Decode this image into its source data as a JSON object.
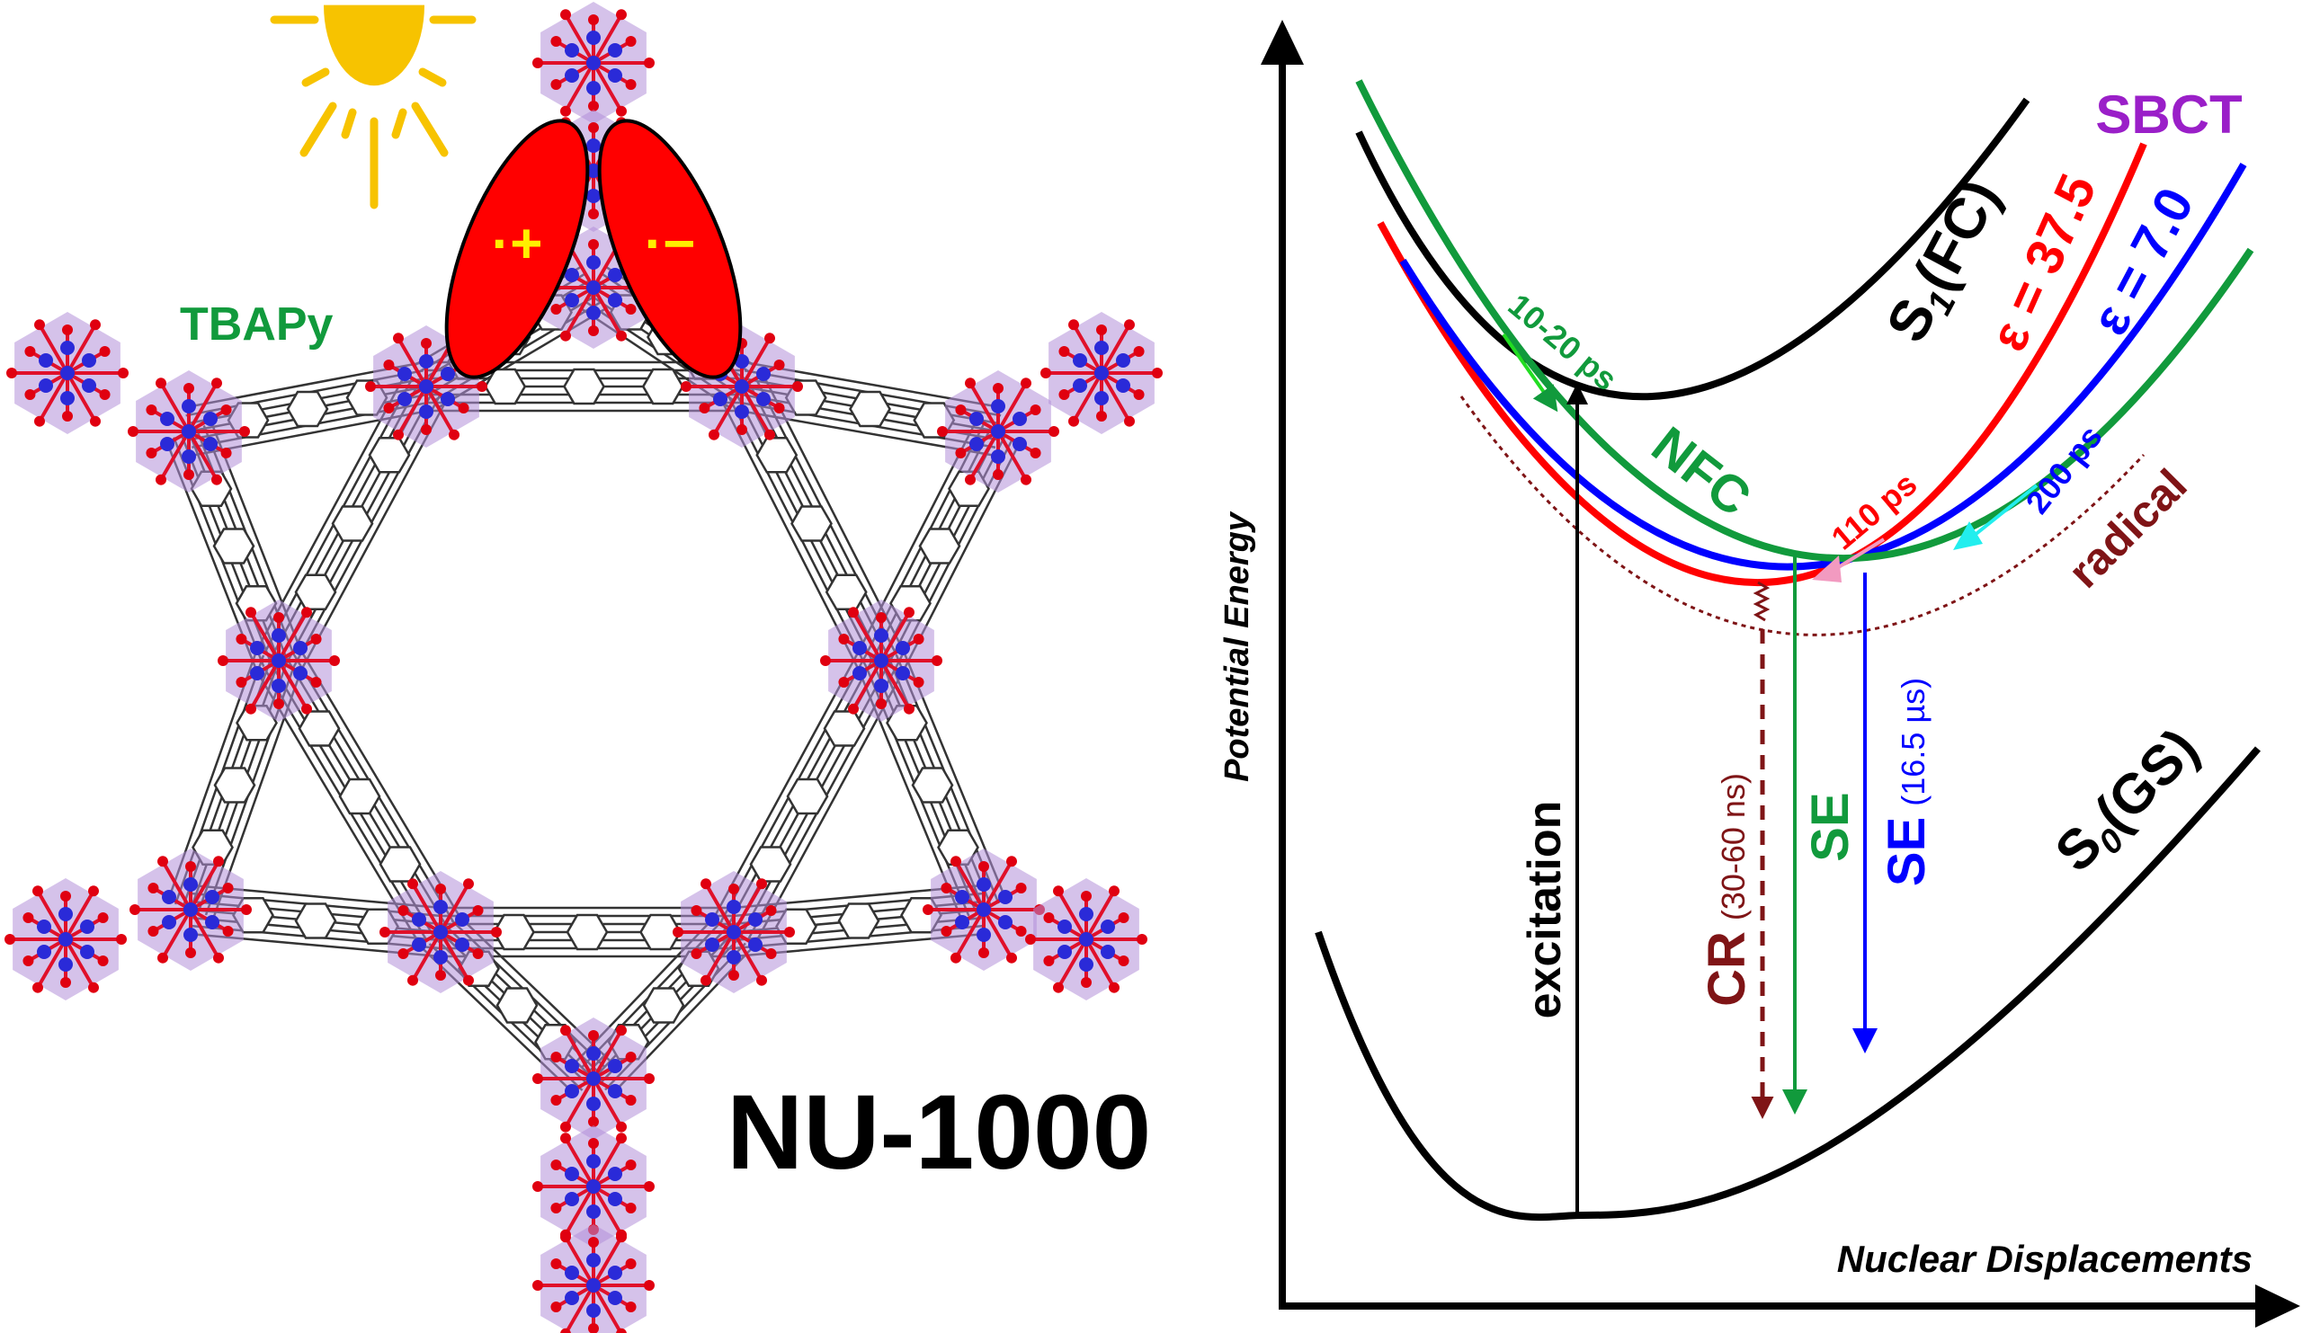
{
  "structure": {
    "name": "NU-1000",
    "linker_label": "TBAPy",
    "radical_cation": "·+",
    "radical_anion": "·−"
  },
  "diagram": {
    "y_axis_label": "Potential Energy",
    "x_axis_label": "Nuclear Displacements",
    "s1_label": "S",
    "s1_sub": "1",
    "s1_suffix": "(FC)",
    "s0_label": "S",
    "s0_sub": "0",
    "s0_suffix": "(GS)",
    "sbct_label": "SBCT",
    "eps_high": "ε = 37.5",
    "eps_low": "ε = 7.0",
    "nfc_label": "NFC",
    "t_nfc": "10-20 ps",
    "t_red": "110 ps",
    "t_blue": "200 ps",
    "radical_label": "radical",
    "excitation_label": "excitation",
    "cr_label": "CR",
    "cr_time": "(30-60 ns)",
    "se_green_label": "SE",
    "se_blue_label": "SE",
    "se_blue_time": "(16.5 µs)"
  },
  "colors": {
    "green": "#119a3c",
    "red": "#ff0000",
    "blue": "#0000ff",
    "maroon": "#7f1416",
    "purple": "#9a1fc8",
    "sun": "#f7c300"
  }
}
